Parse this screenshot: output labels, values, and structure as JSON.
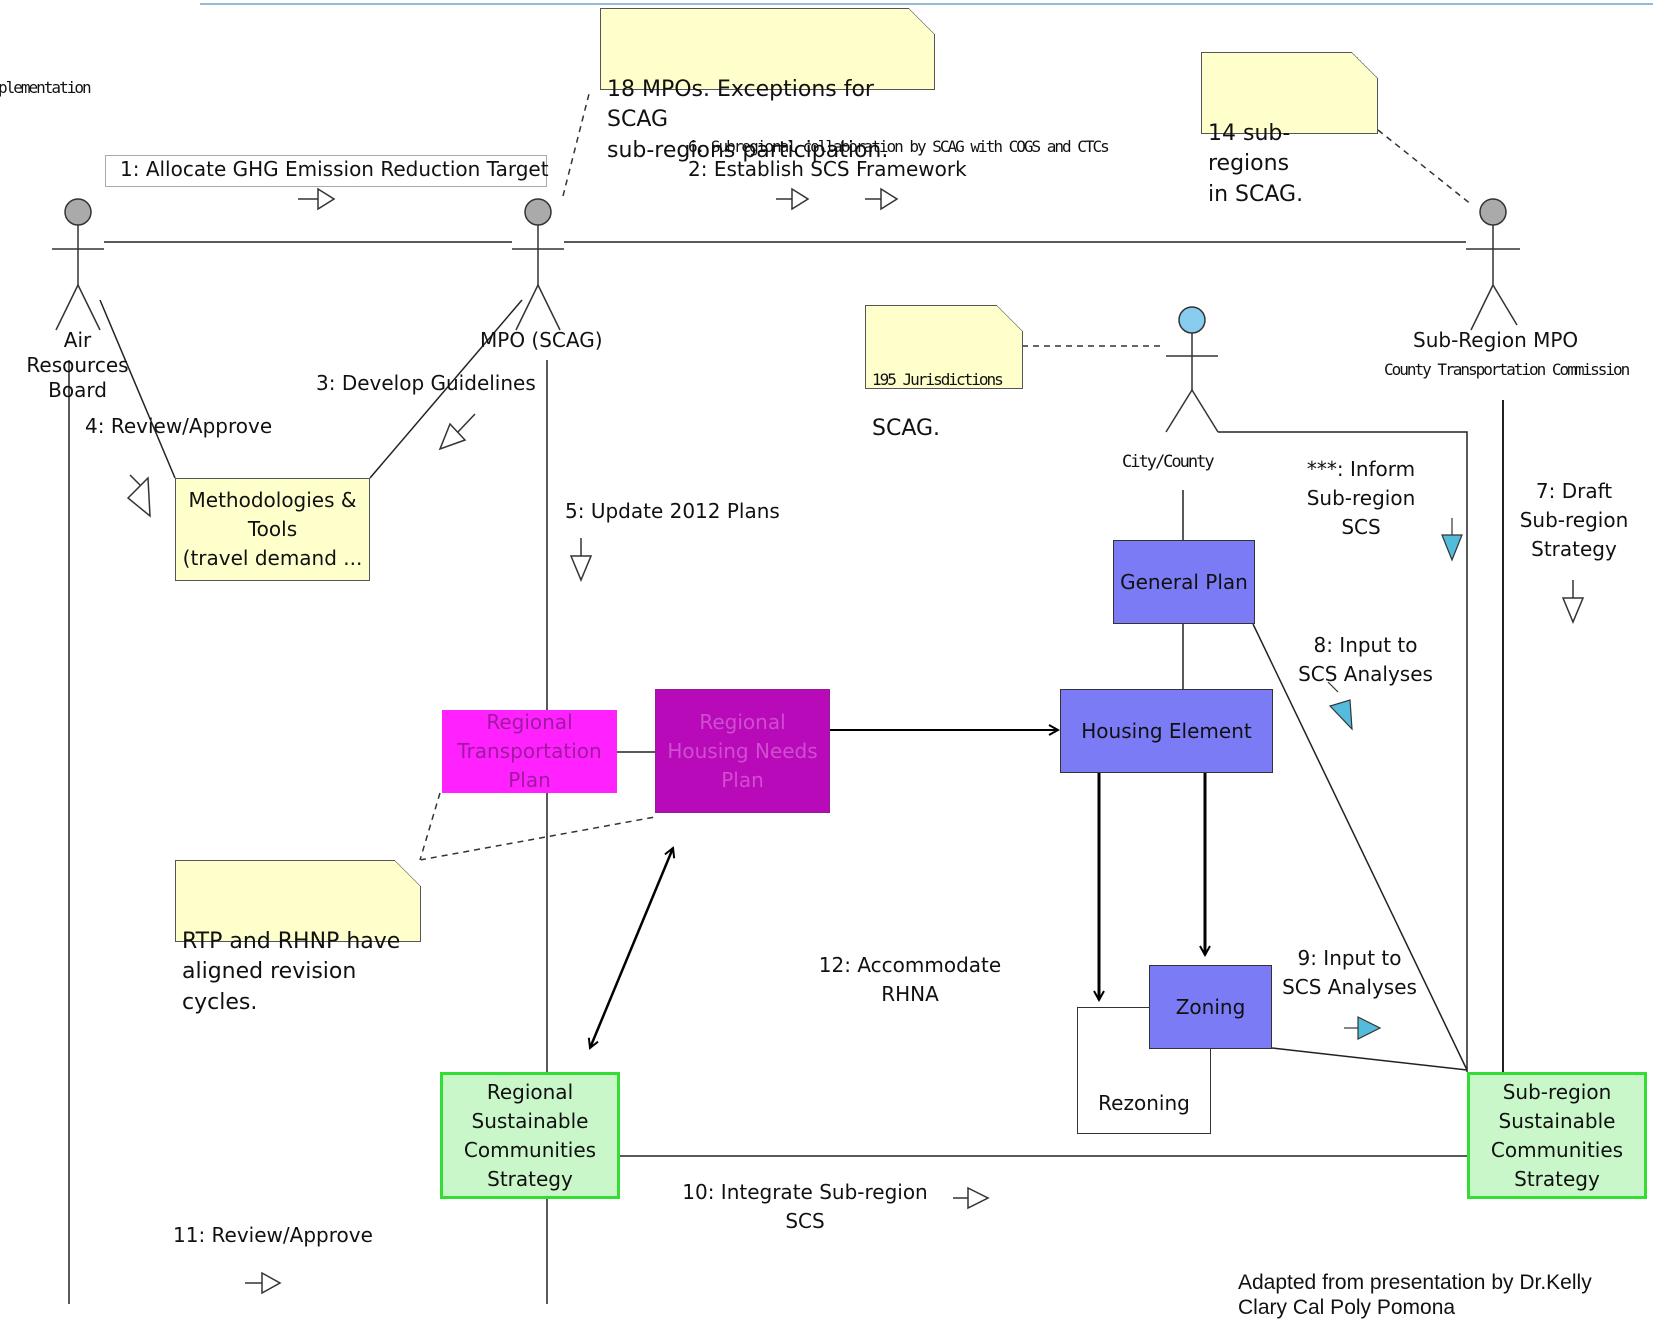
{
  "edge_text": {
    "top_left": "plementation"
  },
  "actors": {
    "air_resources_board": "Air Resources\nBoard",
    "mpo": "MPO (SCAG)",
    "city_county": "City/County",
    "sub_region_mpo": "Sub-Region MPO",
    "sub_region_mpo_sub": "County Transportation Commission"
  },
  "notes": {
    "mpos": "18 MPOs. Exceptions for SCAG\nsub-regions participation.",
    "subregions": "14 sub-regions\nin SCAG.",
    "jurisdictions_small": "195 Jurisdictions",
    "jurisdictions_big": "SCAG.",
    "rtp_rhnp": "RTP and RHNP have\naligned revision cycles."
  },
  "messages": {
    "m1": "1: Allocate GHG Emission Reduction Target",
    "m6": "6. Subregional collaboration by SCAG with COGS and CTCs",
    "m2": "2: Establish SCS Framework",
    "m3": "3: Develop Guidelines",
    "m4": "4: Review/Approve",
    "m5": "5: Update 2012 Plans",
    "m_inform": "***: Inform\nSub-region\nSCS",
    "m7": "7: Draft\nSub-region\nStrategy",
    "m8": "8: Input to\nSCS Analyses",
    "m9": "9: Input to\nSCS Analyses",
    "m10": "10: Integrate Sub-region\nSCS",
    "m11": "11: Review/Approve",
    "m12": "12: Accommodate\nRHNA"
  },
  "boxes": {
    "methodologies": "Methodologies &\nTools\n(travel demand ...",
    "general_plan": "General Plan",
    "housing_element": "Housing Element",
    "zoning": "Zoning",
    "rezoning": "Rezoning",
    "rtp": "Regional\nTransportation\nPlan",
    "rhnp": "Regional\nHousing Needs\nPlan",
    "regional_scs": "Regional\nSustainable\nCommunities\nStrategy",
    "subregion_scs": "Sub-region\nSustainable\nCommunities\nStrategy"
  },
  "footer": {
    "credit_line1": "Adapted from presentation by Dr.Kelly",
    "credit_line2": "Clary Cal Poly Pomona"
  },
  "colors": {
    "note_fill": "#ffffcc",
    "process_blue": "#7b7bf5",
    "rtp_magenta": "#ff22ff",
    "rhnp_purple": "#b80ab8",
    "scs_green": "#c9f7c9",
    "scs_green_border": "#33dd33",
    "actor_head_gray": "#aaaaaa",
    "actor_head_blue": "#88ccee",
    "arrow_blue": "#55bbdd"
  }
}
